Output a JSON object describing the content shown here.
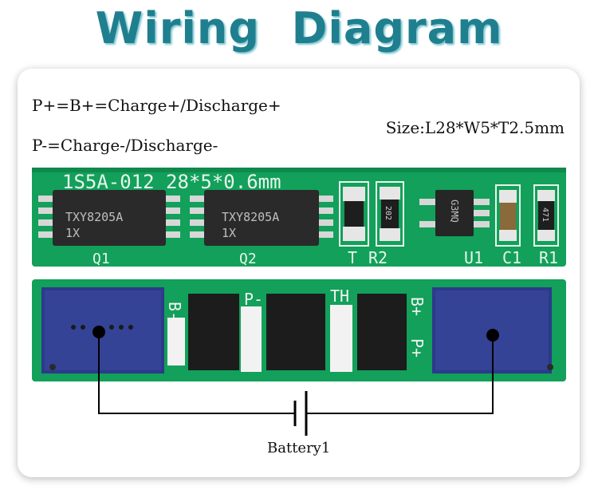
{
  "title": "Wiring  Diagram",
  "formula_positive": "P+=B+=Charge+/Discharge+",
  "formula_negative": "P-=Charge-/Discharge-",
  "size": "Size:L28*W5*T2.5mm",
  "battery_label": "Battery1",
  "board_top": {
    "silkscreen": "1S5A-012 28*5*0.6mm",
    "chip1_marking": [
      "TXY8205A",
      "1X"
    ],
    "chip2_marking": [
      "TXY8205A",
      "1X"
    ],
    "resistor_marking": "202",
    "u1_marking": "G3MQ",
    "r1_marking": "471",
    "labels": [
      "Q1",
      "Q2",
      "T",
      "R2",
      "U1",
      "C1",
      "R1"
    ]
  },
  "board_bottom": {
    "pad_labels": [
      "B-",
      "P-",
      "TH",
      "B+",
      "P+"
    ]
  },
  "colors": {
    "title": "#1f7f8e",
    "pcb": "#12a05a",
    "pad": "#2c3a8a",
    "chip": "#2a2a2a"
  }
}
